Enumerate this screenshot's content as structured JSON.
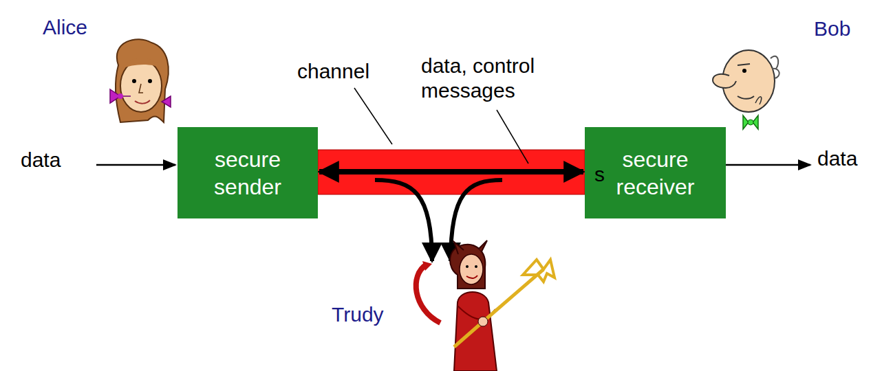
{
  "diagram": {
    "nodes": [
      {
        "text": [
          "secure sender"
        ]
      },
      {
        "text": [
          "secure receiver"
        ]
      }
    ],
    "edges": [
      {
        "from": 0,
        "to": 1,
        "arrow": "both"
      }
    ],
    "labels": [
      "Alice",
      "Bob",
      "data",
      "data",
      "channel",
      "data, control messages",
      "s",
      "Trudy"
    ]
  }
}
